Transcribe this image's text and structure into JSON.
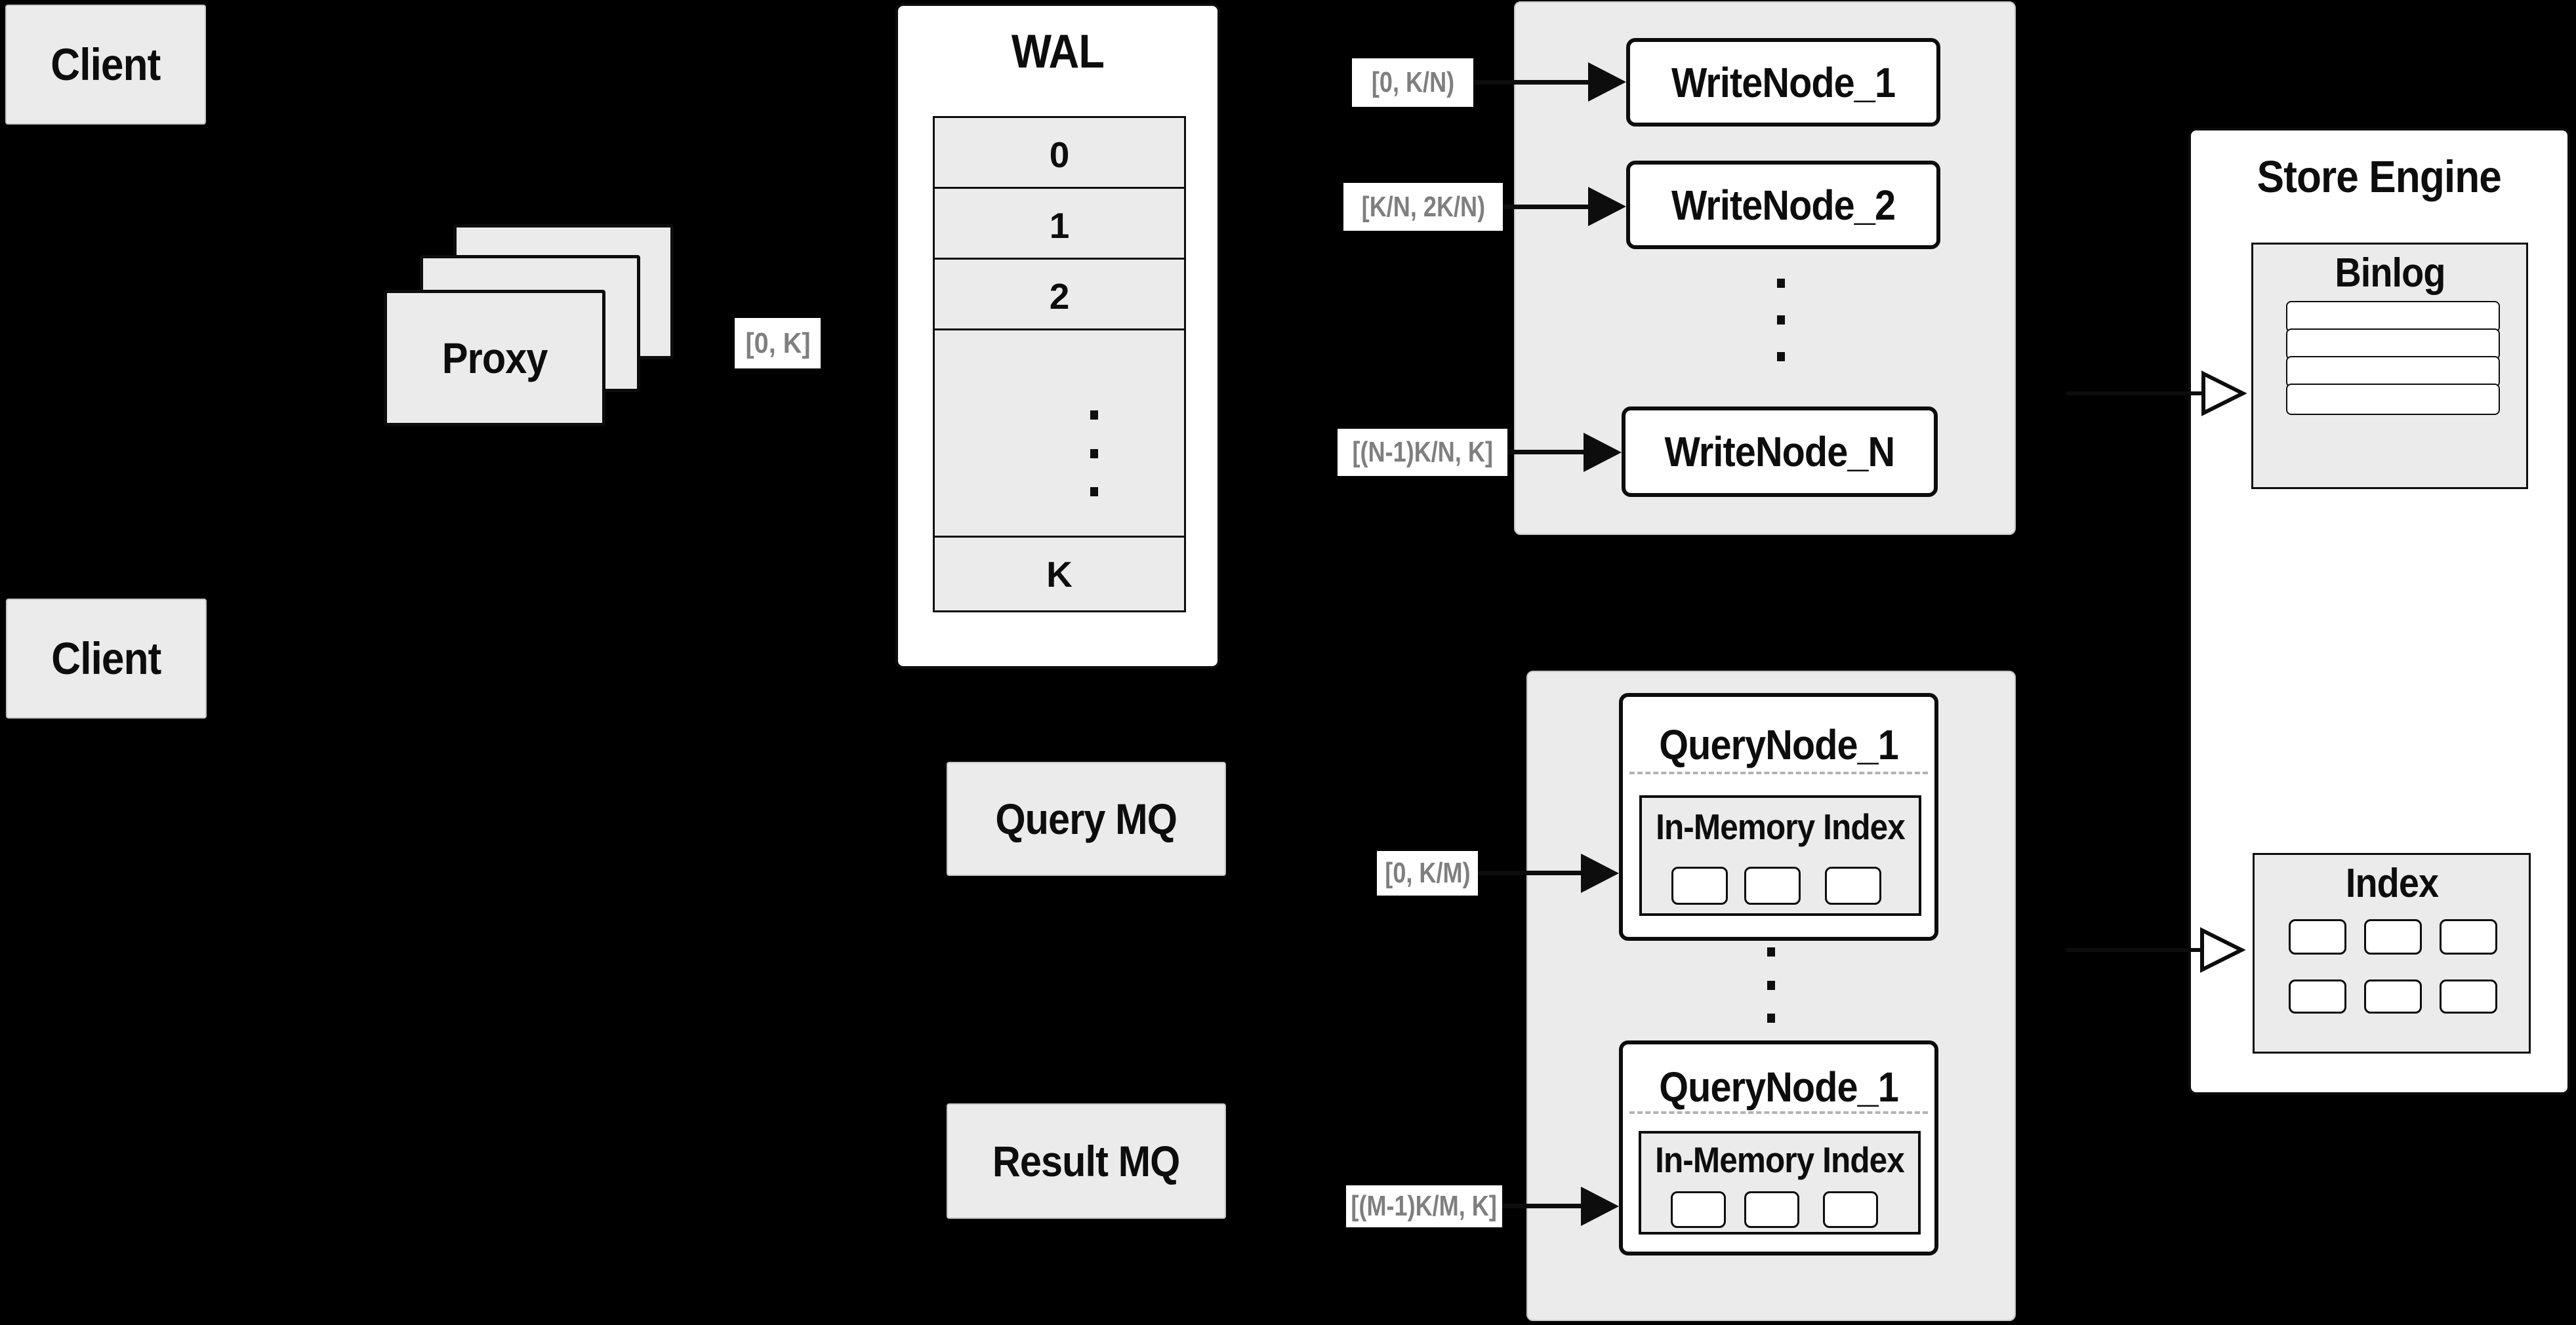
{
  "diagram": {
    "client_top": "Client",
    "client_bottom": "Client",
    "proxy": "Proxy",
    "wal": {
      "title": "WAL",
      "rows": [
        "0",
        "1",
        "2",
        "K"
      ]
    },
    "range_labels": {
      "proxy_wal": "[0, K]",
      "write1": "[0,  K/N)",
      "write2": "[K/N, 2K/N)",
      "writeN": "[(N-1)K/N,  K]",
      "query1": "[0, K/M)",
      "queryM": "[(M-1)K/M, K]"
    },
    "write_nodes": {
      "n1": "WriteNode_1",
      "n2": "WriteNode_2",
      "nN": "WriteNode_N"
    },
    "store_engine": {
      "title": "Store Engine",
      "binlog": "Binlog",
      "index": "Index"
    },
    "mq": {
      "query": "Query MQ",
      "result": "Result MQ"
    },
    "query_nodes": {
      "top": "QueryNode_1",
      "bottom": "QueryNode_1",
      "in_memory": "In-Memory Index"
    }
  },
  "colors": {
    "background": "#000000",
    "panel_gray": "#ebebeb",
    "panel_border": "#c6c6c6",
    "white": "#ffffff",
    "ink": "#0d0d0d",
    "label_text": "#7f7f7f",
    "dashed": "#b3b3b3"
  }
}
